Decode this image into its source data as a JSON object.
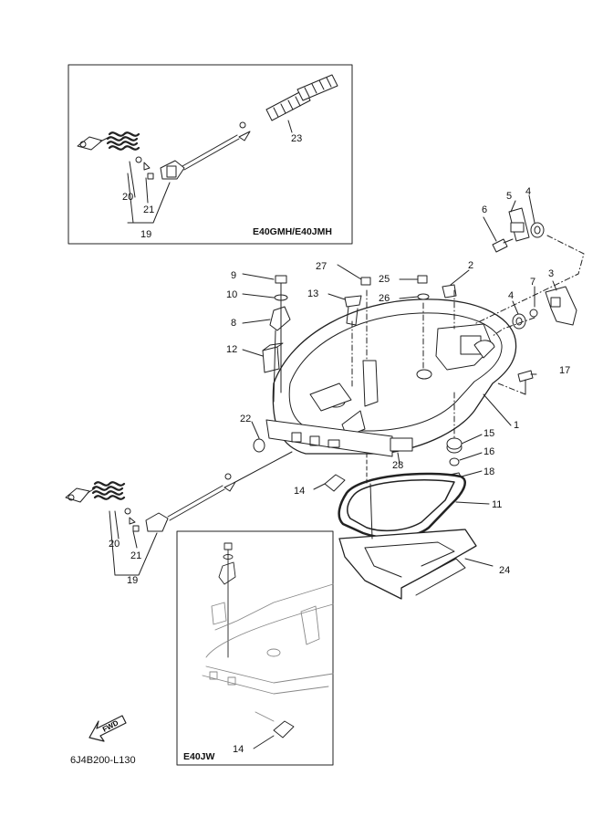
{
  "callouts": {
    "c1": "1",
    "c2": "2",
    "c3": "3",
    "c4a": "4",
    "c4b": "4",
    "c5": "5",
    "c6": "6",
    "c7": "7",
    "c8": "8",
    "c9": "9",
    "c10": "10",
    "c11": "11",
    "c12": "12",
    "c13": "13",
    "c14a": "14",
    "c14b": "14",
    "c15": "15",
    "c16": "16",
    "c17": "17",
    "c18": "18",
    "c19a": "19",
    "c19b": "19",
    "c20a": "20",
    "c20b": "20",
    "c21a": "21",
    "c21b": "21",
    "c22": "22",
    "c23": "23",
    "c24": "24",
    "c25": "25",
    "c26": "26",
    "c27": "27",
    "c28": "28"
  },
  "inset_top_model": "E40GMH/E40JMH",
  "inset_bottom_model": "E40JW",
  "fwd_label": "FWD",
  "diagram_code": "6J4B200-L130",
  "colors": {
    "line": "#222222",
    "part_fill": "#ffffff",
    "shade": "#cfcfcf",
    "inset_line": "#999999"
  }
}
